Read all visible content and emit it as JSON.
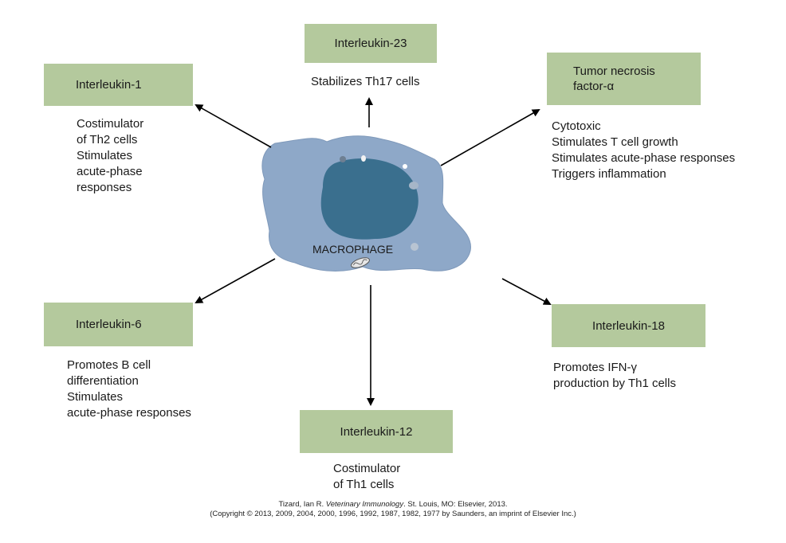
{
  "center_label": "MACROPHAGE",
  "cytokines": {
    "il23": {
      "name": "Interleukin-23",
      "effects": [
        "Stabilizes Th17 cells"
      ]
    },
    "il1": {
      "name": "Interleukin-1",
      "effects": [
        "Costimulator",
        "of Th2 cells",
        "Stimulates",
        "acute-phase",
        "responses"
      ]
    },
    "tnf": {
      "name_line1": "Tumor necrosis",
      "name_line2": "factor-α",
      "effects": [
        "Cytotoxic",
        "Stimulates T cell growth",
        "Stimulates acute-phase responses",
        "Triggers inflammation"
      ]
    },
    "il6": {
      "name": "Interleukin-6",
      "effects": [
        "Promotes B cell",
        "differentiation",
        "Stimulates",
        "acute-phase responses"
      ]
    },
    "il18": {
      "name": "Interleukin-18",
      "effects": [
        "Promotes IFN-γ",
        "production by Th1 cells"
      ]
    },
    "il12": {
      "name": "Interleukin-12",
      "effects": [
        "Costimulator",
        "of Th1 cells"
      ]
    }
  },
  "citation": {
    "author": "Tizard, Ian R.",
    "title": "Veterinary Immunology",
    "rest": ". St. Louis, MO: Elsevier, 2013.",
    "copyright": "(Copyright © 2013, 2009, 2004, 2000, 1996, 1992, 1987, 1982, 1977 by Saunders, an imprint of Elsevier Inc.)"
  },
  "colors": {
    "box_fill": "#b4c99d",
    "cell_fill": "#8ea8c8",
    "nucleus_fill": "#3a6f8e",
    "arrow": "#000000"
  }
}
